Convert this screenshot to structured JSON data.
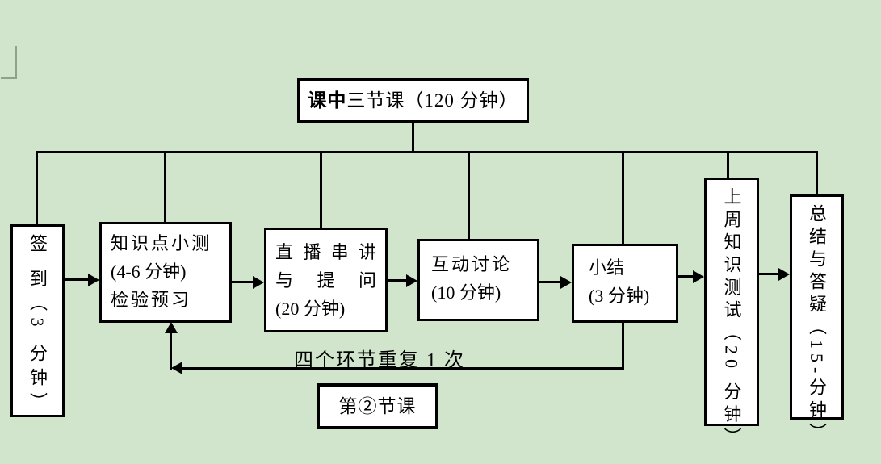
{
  "colors": {
    "background": "#d0e5cc",
    "line": "#000000",
    "box_fill": "#ffffff",
    "box_border": "#000000",
    "margin_mark": "#8ba389"
  },
  "header_box": {
    "title_bold": "课中",
    "title_rest": "三节课（120 分钟）"
  },
  "steps": {
    "sign_in": {
      "text": "签 到（3 分钟）"
    },
    "quiz": {
      "line1": "知识点小测",
      "line2": "(4-6 分钟)",
      "line3": "检验预习"
    },
    "lecture": {
      "line1": "直播串讲",
      "line2": "与 提 问",
      "line3": "(20 分钟)"
    },
    "discussion": {
      "line1": "互动讨论",
      "line2": "(10 分钟)"
    },
    "recap": {
      "line1": "小结",
      "line2": "(3 分钟)"
    },
    "weekly_test": {
      "text": "上周知识测试（20 分钟）"
    },
    "qa": {
      "text": "总结与答疑（15-分钟）"
    }
  },
  "loop": {
    "label": "四个环节重复 1 次"
  },
  "session_box": {
    "label": "第②节课"
  }
}
